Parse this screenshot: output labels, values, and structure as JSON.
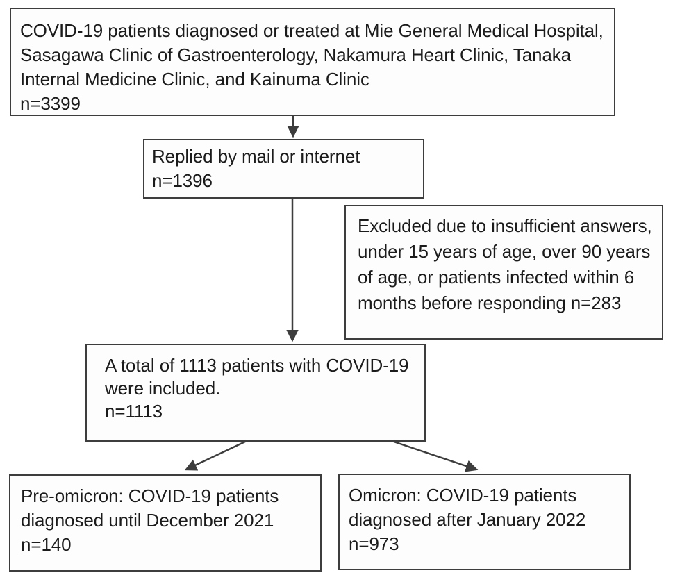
{
  "figure": {
    "kind": "study-flow-diagram",
    "stroke_color": "#3d3d3d",
    "text_color": "#1b1b1b",
    "background_color": "#ffffff"
  },
  "nodes": {
    "source": {
      "text": "COVID-19 patients diagnosed or treated at Mie General Medical Hospital, Sasagawa Clinic of Gastroenterology, Nakamura Heart Clinic, Tanaka Internal Medicine Clinic, and Kainuma Clinic\nn=3399",
      "n_label": "n=3399",
      "n": 3399
    },
    "replied": {
      "text": "Replied by mail or internet n=1396",
      "n_label": "n=1396",
      "n": 1396
    },
    "excluded": {
      "text": "Excluded due to insufficient answers, under 15 years of age, over 90 years of age, or patients infected within 6 months before responding n=283",
      "n_label": "n=283",
      "n": 283
    },
    "included": {
      "text": "A total of 1113 patients with COVID-19 were included.\nn=1113",
      "n_label": "n=1113",
      "n": 1113
    },
    "preomicron": {
      "text": "Pre-omicron: COVID-19 patients diagnosed until December 2021\nn=140",
      "n_label": "n=140",
      "n": 140
    },
    "omicron": {
      "text": "Omicron: COVID-19 patients diagnosed after January 2022\nn=973",
      "n_label": "n=973",
      "n": 973
    }
  },
  "edges": [
    {
      "from": "source",
      "to": "replied",
      "style": "straight-down-arrow"
    },
    {
      "from": "replied",
      "to": "included",
      "style": "straight-down-arrow"
    },
    {
      "from": "included",
      "to": "preomicron",
      "style": "diagonal-down-left-arrow"
    },
    {
      "from": "included",
      "to": "omicron",
      "style": "diagonal-down-right-arrow"
    }
  ]
}
